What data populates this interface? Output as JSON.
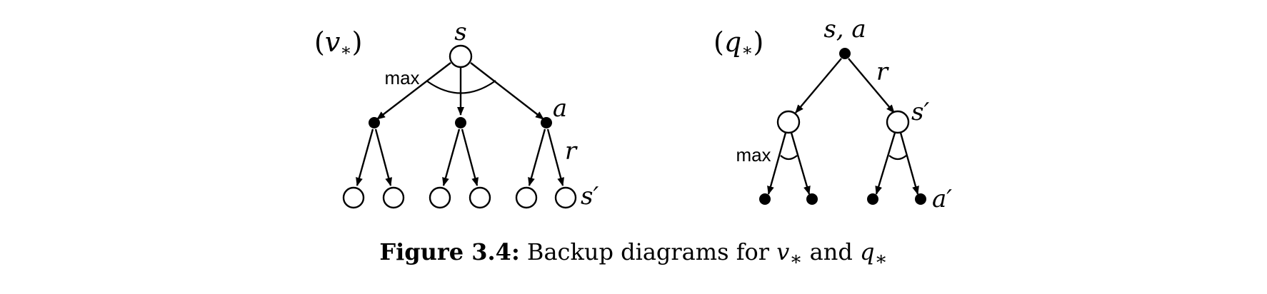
{
  "left_diagram": {
    "tag_open": "(",
    "tag_symbol": "v",
    "tag_sub": "∗",
    "tag_close": ")",
    "root_label": "s",
    "max_label": "max",
    "action_label": "a",
    "reward_label": "r",
    "next_state_label": "s′"
  },
  "right_diagram": {
    "tag_open": "(",
    "tag_symbol": "q",
    "tag_sub": "∗",
    "tag_close": ")",
    "root_label": "s, a",
    "reward_label": "r",
    "next_state_label": "s′",
    "max_label": "max",
    "next_action_label": "a′"
  },
  "caption": {
    "prefix": "Figure 3.4:",
    "text_before": " Backup diagrams for ",
    "sym1": "v",
    "sub1": "∗",
    "text_mid": " and ",
    "sym2": "q",
    "sub2": "∗"
  }
}
